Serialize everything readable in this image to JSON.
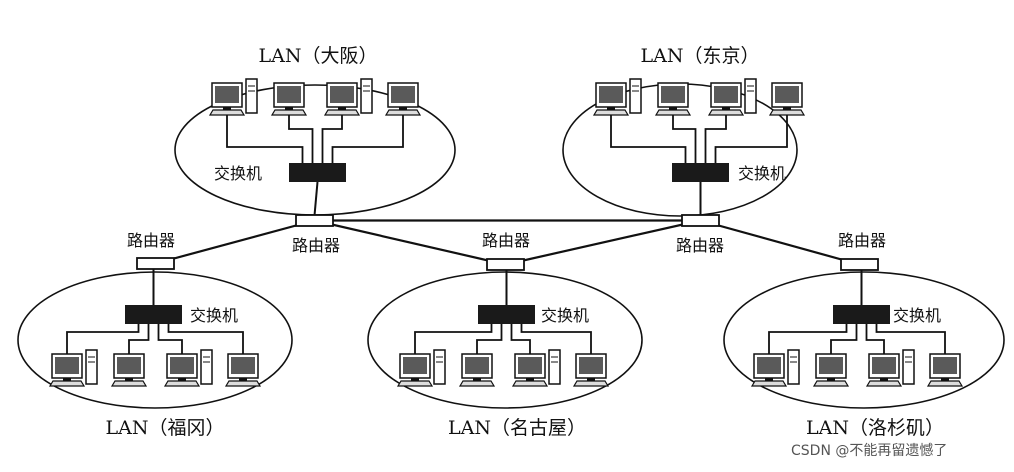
{
  "lans": [
    {
      "id": "osaka",
      "title": "LAN（大阪）"
    },
    {
      "id": "tokyo",
      "title": "LAN（东京）"
    },
    {
      "id": "fukuoka",
      "title": "LAN（福冈）"
    },
    {
      "id": "nagoya",
      "title": "LAN（名古屋）"
    },
    {
      "id": "losangeles",
      "title": "LAN（洛杉矶）"
    }
  ],
  "switch_label": "交换机",
  "router_label": "路由器",
  "watermark": "CSDN @不能再留遗憾了"
}
